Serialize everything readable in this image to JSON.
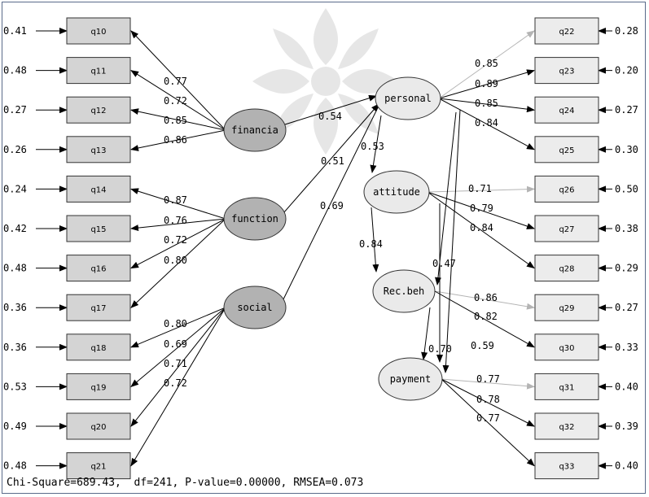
{
  "diagram": {
    "indicators_left": [
      {
        "name": "q10",
        "error": "0.41"
      },
      {
        "name": "q11",
        "error": "0.48"
      },
      {
        "name": "q12",
        "error": "0.27"
      },
      {
        "name": "q13",
        "error": "0.26"
      },
      {
        "name": "q14",
        "error": "0.24"
      },
      {
        "name": "q15",
        "error": "0.42"
      },
      {
        "name": "q16",
        "error": "0.48"
      },
      {
        "name": "q17",
        "error": "0.36"
      },
      {
        "name": "q18",
        "error": "0.36"
      },
      {
        "name": "q19",
        "error": "0.53"
      },
      {
        "name": "q20",
        "error": "0.49"
      },
      {
        "name": "q21",
        "error": "0.48"
      }
    ],
    "indicators_right": [
      {
        "name": "q22",
        "error": "0.28"
      },
      {
        "name": "q23",
        "error": "0.20"
      },
      {
        "name": "q24",
        "error": "0.27"
      },
      {
        "name": "q25",
        "error": "0.30"
      },
      {
        "name": "q26",
        "error": "0.50"
      },
      {
        "name": "q27",
        "error": "0.38"
      },
      {
        "name": "q28",
        "error": "0.29"
      },
      {
        "name": "q29",
        "error": "0.27"
      },
      {
        "name": "q30",
        "error": "0.33"
      },
      {
        "name": "q31",
        "error": "0.40"
      },
      {
        "name": "q32",
        "error": "0.39"
      },
      {
        "name": "q33",
        "error": "0.40"
      }
    ],
    "latents": {
      "financia": "financia",
      "function": "function",
      "social": "social",
      "personal": "personal",
      "attitude": "attitude",
      "recbeh": "Rec.beh",
      "payment": "payment"
    },
    "loadings": {
      "financia": [
        "0.77",
        "0.72",
        "0.85",
        "0.86"
      ],
      "function": [
        "0.87",
        "0.76",
        "0.72",
        "0.80"
      ],
      "social": [
        "0.80",
        "0.69",
        "0.71",
        "0.72"
      ],
      "personal": [
        "0.85",
        "0.89",
        "0.85",
        "0.84"
      ],
      "attitude": [
        "0.71",
        "0.79",
        "0.84"
      ],
      "recbeh": [
        "0.86",
        "0.82"
      ],
      "payment": [
        "0.77",
        "0.78",
        "0.77"
      ]
    },
    "paths": {
      "financia_personal": "0.54",
      "function_personal": "0.51",
      "social_personal": "0.69",
      "personal_attitude": "0.53",
      "attitude_recbeh": "0.84",
      "personal_recbeh": "0.47",
      "recbeh_payment": "0.70",
      "personal_payment": "0.59"
    }
  },
  "footer": {
    "fit_text": "Chi-Square=689.43,  df=241, P-value=0.00000, RMSEA=0.073"
  }
}
